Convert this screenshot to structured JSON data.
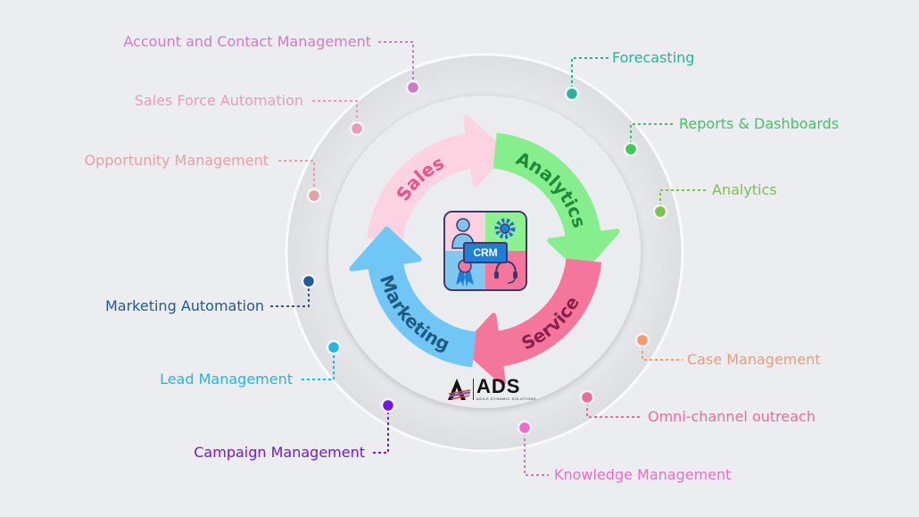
{
  "center": {
    "badge": "CRM",
    "cycle": [
      {
        "label": "Sales",
        "fill": "#fdd3e2",
        "text_color": "#f0508a"
      },
      {
        "label": "Analytics",
        "fill": "#86ee8c",
        "text_color": "#1e8a3a"
      },
      {
        "label": "Service",
        "fill": "#f5769c",
        "text_color": "#8a1f4e"
      },
      {
        "label": "Marketing",
        "fill": "#70c6f4",
        "text_color": "#1f5a86"
      }
    ]
  },
  "logo": {
    "name": "ADS",
    "tagline": "AGILE DYNAMIC SOLUTIONS"
  },
  "features": [
    {
      "label": "Account and Contact Management",
      "color": "#d07cc4",
      "side": "left"
    },
    {
      "label": "Sales Force Automation",
      "color": "#e99bbb",
      "side": "left"
    },
    {
      "label": "Opportunity Management",
      "color": "#e6a1a3",
      "side": "left"
    },
    {
      "label": "Marketing Automation",
      "color": "#1d5aa6",
      "side": "left"
    },
    {
      "label": "Lead Management",
      "color": "#22b7e0",
      "side": "left"
    },
    {
      "label": "Campaign Management",
      "color": "#7417df",
      "side": "left"
    },
    {
      "label": "Forecasting",
      "color": "#2bb39a",
      "side": "right"
    },
    {
      "label": "Reports & Dashboards",
      "color": "#3cc95b",
      "side": "right"
    },
    {
      "label": "Analytics",
      "color": "#7dc04b",
      "side": "right"
    },
    {
      "label": "Case Management",
      "color": "#f59a6e",
      "side": "right"
    },
    {
      "label": "Omni-channel outreach",
      "color": "#ee6a9a",
      "side": "right"
    },
    {
      "label": "Knowledge Management",
      "color": "#f06ac8",
      "side": "right"
    }
  ]
}
